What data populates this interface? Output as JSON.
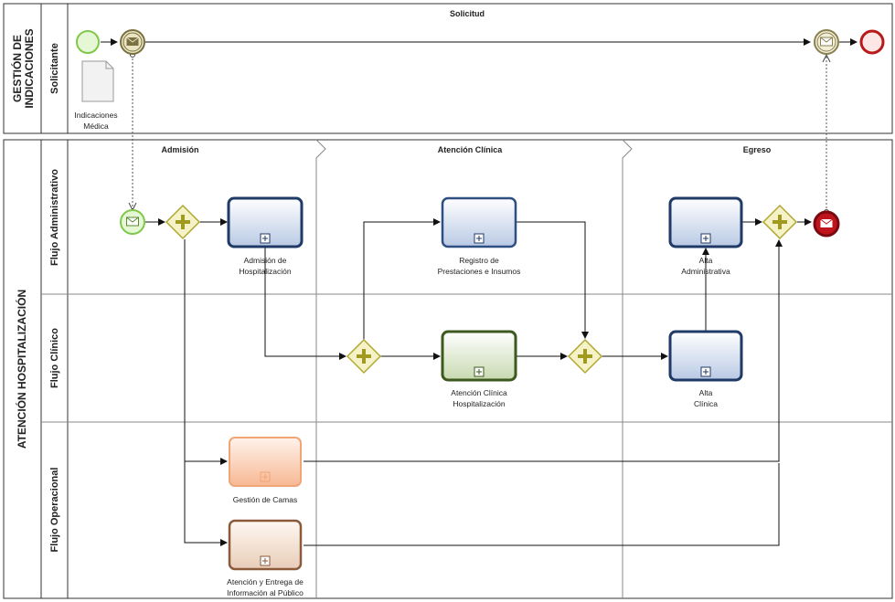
{
  "pools": {
    "top": {
      "title_line1": "GESTIÓN DE",
      "title_line2": "INDICACIONES",
      "lane": "Solicitante"
    },
    "main": {
      "title": "ATENCIÓN HOSPITALIZACIÓN",
      "lanes": [
        "Flujo Administrativo",
        "Flujo Clínico",
        "Flujo Operacional"
      ]
    }
  },
  "phases": {
    "solicitud": "Solicitud",
    "admision": "Admisión",
    "atencion": "Atención Clínica",
    "egreso": "Egreso"
  },
  "document": {
    "line1": "Indicaciones",
    "line2": "Médica"
  },
  "tasks": {
    "admision": {
      "line1": "Admisión de",
      "line2": "Hospitalización"
    },
    "registro": {
      "line1": "Registro de",
      "line2": "Prestaciones e Insumos"
    },
    "alta_admin": {
      "line1": "Alta",
      "line2": "Administrativa"
    },
    "atencion_clinica": {
      "line1": "Atención Clínica",
      "line2": "Hospitalización"
    },
    "alta_clinica": {
      "line1": "Alta",
      "line2": "Clínica"
    },
    "gestion_camas": {
      "line1": "Gestión de Camas"
    },
    "atencion_info": {
      "line1": "Atención y Entrega de",
      "line2": "Información al Público"
    }
  },
  "colors": {
    "start_event": "#8ed35a",
    "end_event": "#c0141c",
    "gateway": "#c8c23a",
    "task_blue": "#1f3a66",
    "task_green": "#3d5a1e",
    "task_orange": "#f2a37a",
    "task_brown": "#8a5a3a"
  }
}
